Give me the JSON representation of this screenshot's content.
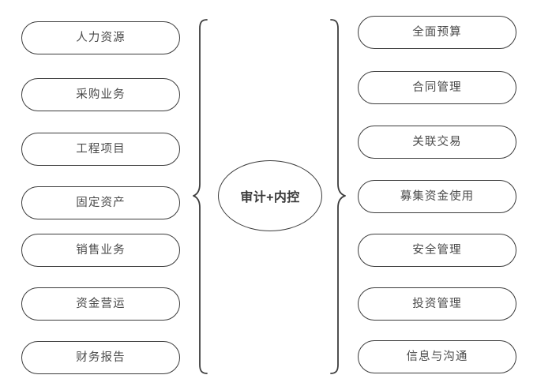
{
  "diagram": {
    "type": "brace-grouping-diagram",
    "center": {
      "label": "审计+内控",
      "shape": "ellipse"
    },
    "left_group": {
      "brace": "right-pointing-curly-brace",
      "items": [
        {
          "label": "人力资源"
        },
        {
          "label": "采购业务"
        },
        {
          "label": "工程项目"
        },
        {
          "label": "固定资产"
        },
        {
          "label": "销售业务"
        },
        {
          "label": "资金营运"
        },
        {
          "label": "财务报告"
        }
      ]
    },
    "right_group": {
      "brace": "left-pointing-curly-brace",
      "items": [
        {
          "label": "全面预算"
        },
        {
          "label": "合同管理"
        },
        {
          "label": "关联交易"
        },
        {
          "label": "募集资金使用"
        },
        {
          "label": "安全管理"
        },
        {
          "label": "投资管理"
        },
        {
          "label": "信息与沟通"
        }
      ]
    },
    "colors": {
      "stroke": "#3c3c3c",
      "label_text": "#4a4a4a",
      "center_text": "#3a3a3a",
      "background": "#ffffff"
    }
  }
}
